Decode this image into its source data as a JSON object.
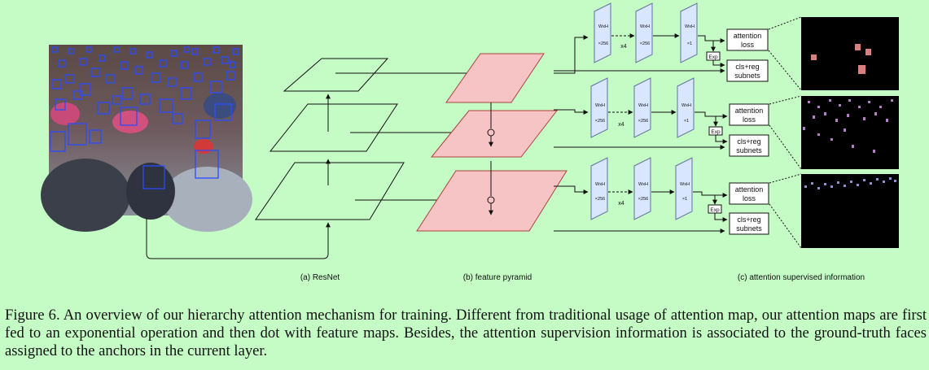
{
  "figure": {
    "labels": {
      "resnet": "(a) ResNet",
      "pyramid": "(b) feature pyramid",
      "attention": "(c) attention supervised information"
    },
    "feature_block": {
      "dims": "WxH",
      "ch_256": "×256",
      "ch_1": "×1",
      "repeat": "x4"
    },
    "heads": {
      "attention_loss_line1": "attention",
      "attention_loss_line2": "loss",
      "subnet_line1": "cls+reg",
      "subnet_line2": "subnets",
      "exp": "Exp"
    },
    "colors": {
      "background": "#c5fcc5",
      "pyramid_fill": "#f6c4c4",
      "block_fill": "#d8e6ff"
    }
  },
  "caption": {
    "text": "Figure 6. An overview of our hierarchy attention mechanism for training. Different from traditional usage of attention map, our attention maps are first fed to an exponential operation and then dot with feature maps. Besides, the attention supervision information is associated to the ground-truth faces assigned to the anchors in the current layer."
  }
}
